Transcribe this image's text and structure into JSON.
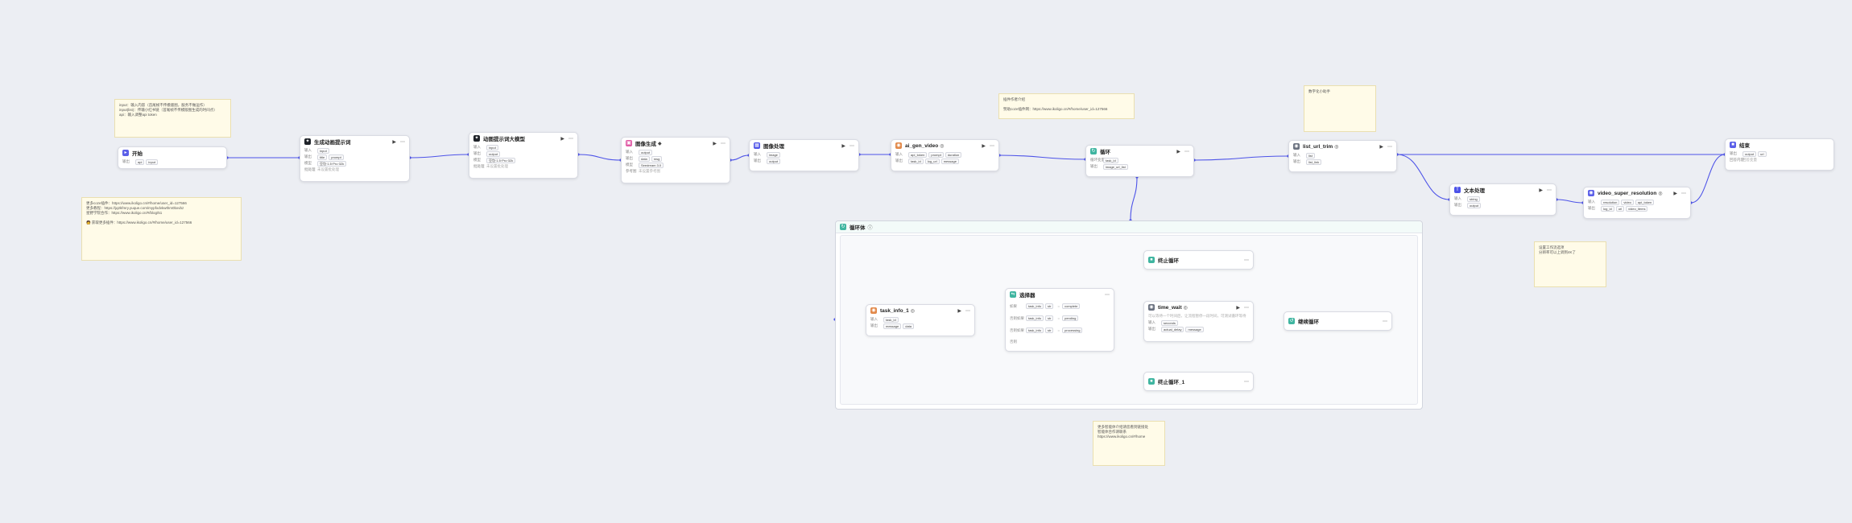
{
  "colors": {
    "edge": "#4d53e8",
    "blue": "#4d53e8",
    "purple": "#5b5fe8",
    "teal": "#3fb5a0",
    "orange": "#e2894a",
    "dark": "#1f2329",
    "pink": "#e05ba6",
    "grey": "#6b7280"
  },
  "notes": {
    "input_note": {
      "lines": [
        "input：输入内容（首尾帧不传模版图，服务不做运作）",
        "input(list)：传输小红书链（首尾帧不传模版图生成的时间点）",
        "api：输入调整api token"
      ]
    },
    "author_note": {
      "lines": [
        "更多coze插件：https://www.ikoligo.cn/#/home/user_id=127566",
        "更多教程：https://jq2kfmry.yuque.com/mypfxdvkwthm0bxvbz",
        "星野学院合作：https://www.ikoligo.cn/#/blog/51",
        "",
        "🧑 获取更多插件：https://www.ikoligo.cn/#/home/user_id=127566"
      ]
    },
    "plugin_note": {
      "lines": [
        "插件作者介绍",
        "赞助coze插件网：https://www.ikoligo.cn/#/home/user_id=127566"
      ]
    },
    "top_right_note": {
      "lines": [
        "数字化小助手"
      ]
    },
    "right_note": {
      "lines": [
        "设置工作流选项",
        "分辨率可以上调到4K了"
      ]
    },
    "bottom_note": {
      "lines": [
        "更多智能体介绍请您看到链接处",
        "智能体合作请联系",
        "https://www.ikoligo.cn/#/home"
      ]
    }
  },
  "nodes": {
    "start": {
      "title": "开始",
      "rows": [
        {
          "label": "输出",
          "tags": [
            "api",
            "input"
          ]
        }
      ]
    },
    "gen_prompt": {
      "title": "生成动画提示词",
      "rows": [
        {
          "label": "输入",
          "tags": [
            "input"
          ]
        },
        {
          "label": "输出",
          "tags": [
            "title",
            "prompt"
          ]
        },
        {
          "label": "模型",
          "tags": [
            "豆包·1.5·Pro·32k"
          ]
        },
        {
          "label": "批处理",
          "text": "未设置批处理"
        }
      ]
    },
    "gen_llm": {
      "title": "动图提示词大模型",
      "rows": [
        {
          "label": "输入",
          "tags": [
            "input"
          ]
        },
        {
          "label": "输出",
          "tags": [
            "output"
          ]
        },
        {
          "label": "模型",
          "tags": [
            "豆包·1.5·Pro·32k"
          ]
        },
        {
          "label": "批处理",
          "text": "未设置批处理"
        }
      ]
    },
    "image_gen": {
      "title": "图像生成",
      "badge": "◆",
      "rows": [
        {
          "label": "输入",
          "tags": [
            "output"
          ]
        },
        {
          "label": "输出",
          "tags": [
            "data",
            "msg"
          ]
        },
        {
          "label": "模型",
          "tags": [
            "Seedream 3.0"
          ]
        },
        {
          "label": "参考图",
          "text": "未设置参考图"
        }
      ]
    },
    "image_proc": {
      "title": "图像处理",
      "rows": [
        {
          "label": "输入",
          "tags": [
            "image"
          ]
        },
        {
          "label": "输出",
          "tags": [
            "output"
          ]
        }
      ]
    },
    "ai_gen_video": {
      "title": "ai_gen_video",
      "badge": "◎",
      "rows": [
        {
          "label": "输入",
          "tags": [
            "api_token",
            "prompt",
            "duration"
          ]
        },
        {
          "label": "输出",
          "tags": [
            "task_id",
            "log_url",
            "message"
          ]
        }
      ]
    },
    "loop_set": {
      "title": "循环",
      "rows": [
        {
          "label": "循环变量",
          "tags": [
            "task_id"
          ]
        },
        {
          "label": "输出",
          "tags": [
            "image_url_list"
          ]
        }
      ]
    },
    "list_url": {
      "title": "list_url_trim",
      "badge": "◎",
      "rows": [
        {
          "label": "输入",
          "tags": [
            "list"
          ]
        },
        {
          "label": "输出",
          "tags": [
            "list_link"
          ]
        }
      ]
    },
    "text_proc": {
      "title": "文本处理",
      "rows": [
        {
          "label": "输入",
          "tags": [
            "string"
          ]
        },
        {
          "label": "输出",
          "tags": [
            "output"
          ]
        }
      ]
    },
    "video_sr": {
      "title": "video_super_resolution",
      "badge": "◎",
      "rows": [
        {
          "label": "输入",
          "tags": [
            "resolution",
            "video",
            "api_token"
          ]
        },
        {
          "label": "输出",
          "tags": [
            "log_id",
            "url",
            "video_items"
          ]
        }
      ]
    },
    "end": {
      "title": "结束",
      "rows": [
        {
          "label": "输出",
          "tags": [
            "output",
            "url"
          ]
        },
        {
          "label": "回答内容",
          "text": "回答变量"
        }
      ]
    }
  },
  "loop": {
    "title": "循环体"
  },
  "inner": {
    "task_info": {
      "title": "task_info_1",
      "badge": "◎",
      "rows": [
        {
          "label": "输入",
          "tags": [
            "task_id"
          ]
        },
        {
          "label": "输出",
          "tags": [
            "message",
            "data"
          ]
        }
      ]
    },
    "condition": {
      "title": "选择器",
      "rows": [
        {
          "label": "如果",
          "tags": [
            "task_info",
            "str",
            "=",
            "complete"
          ]
        },
        {
          "label": "否则如果",
          "tags": [
            "task_info",
            "str",
            "=",
            "pending"
          ]
        },
        {
          "label": "否则如果",
          "tags": [
            "task_info",
            "str",
            "=",
            "processing"
          ]
        },
        {
          "label": "否则",
          "tags": []
        }
      ]
    },
    "break_loop": {
      "title": "终止循环"
    },
    "time_wait": {
      "title": "time_wait",
      "badge": "◎",
      "desc": "可以等待一个时间后，让流程暂停一段时间，可测试循环等待",
      "rows": [
        {
          "label": "输入",
          "tags": [
            "seconds"
          ]
        },
        {
          "label": "输出",
          "tags": [
            "actual_delay",
            "message"
          ]
        }
      ]
    },
    "continue_loop": {
      "title": "继续循环"
    },
    "break_loop_1": {
      "title": "终止循环_1"
    }
  }
}
